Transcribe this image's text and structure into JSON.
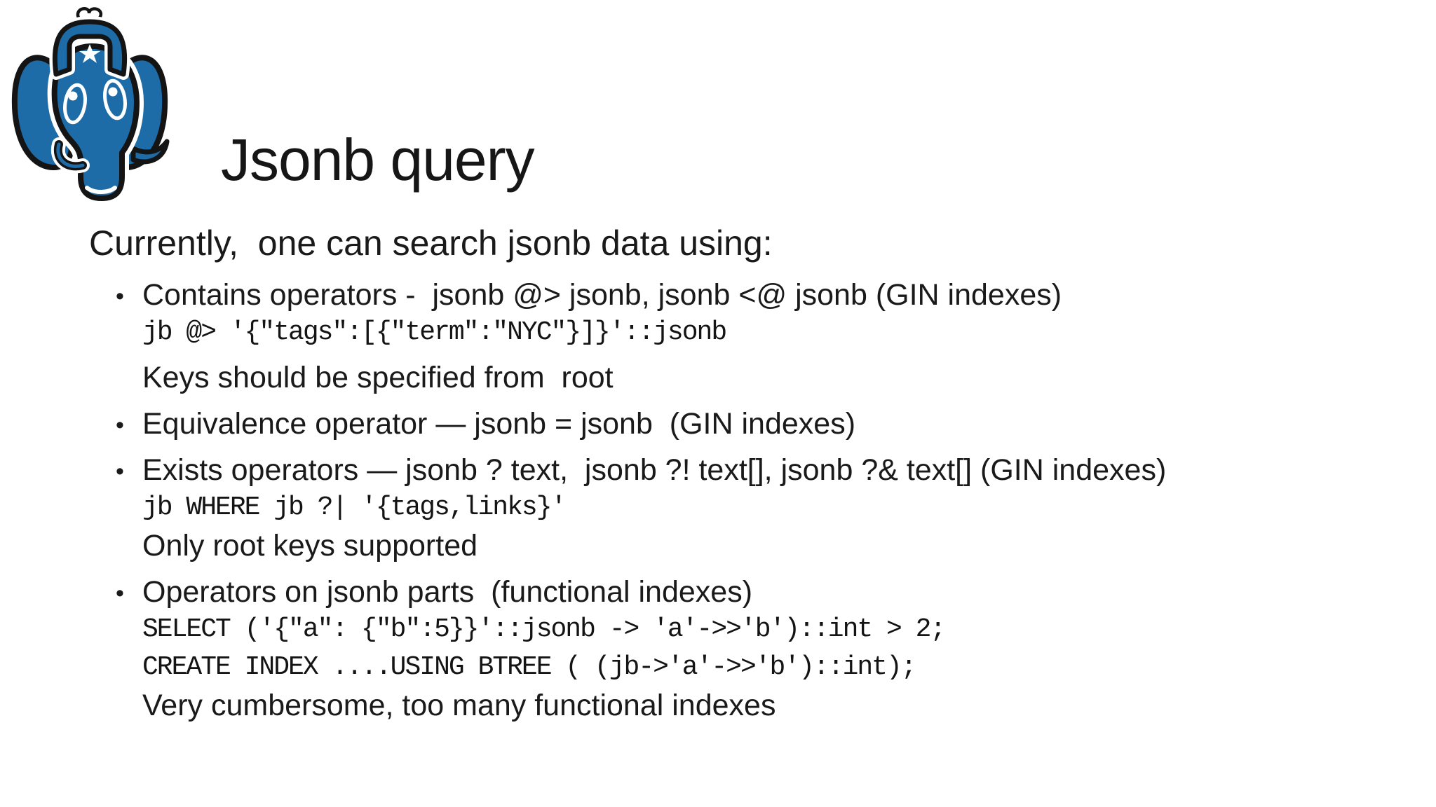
{
  "slide": {
    "logo": {
      "name": "PostgreSQL elephant wearing ushanka hat with star",
      "blue": "#1d6ca8",
      "outline": "#141414",
      "star_color": "#ffffff"
    },
    "title": "Jsonb query",
    "intro": "Currently,  one can search jsonb data using:",
    "bullet_glyph": "•",
    "bullets": [
      {
        "main": "Contains operators -  jsonb @> jsonb, jsonb <@ jsonb (GIN indexes)",
        "code": [
          "jb @> '{\"tags\":[{\"term\":\"NYC\"}]}'::jsonb"
        ],
        "note": "Keys should be specified from  root"
      },
      {
        "main": "Equivalence operator — jsonb = jsonb  (GIN indexes)"
      },
      {
        "main": "Exists operators — jsonb ? text,  jsonb ?! text[], jsonb ?& text[] (GIN indexes)",
        "code": [
          "jb WHERE jb ?| '{tags,links}'"
        ],
        "note": "Only root keys supported"
      },
      {
        "main": "Operators on jsonb parts  (functional indexes)",
        "code": [
          "SELECT ('{\"a\": {\"b\":5}}'::jsonb -> 'a'->>'b')::int > 2;",
          "CREATE INDEX ....USING BTREE ( (jb->'a'->>'b')::int);"
        ],
        "note": "Very cumbersome, too many functional indexes"
      }
    ]
  }
}
